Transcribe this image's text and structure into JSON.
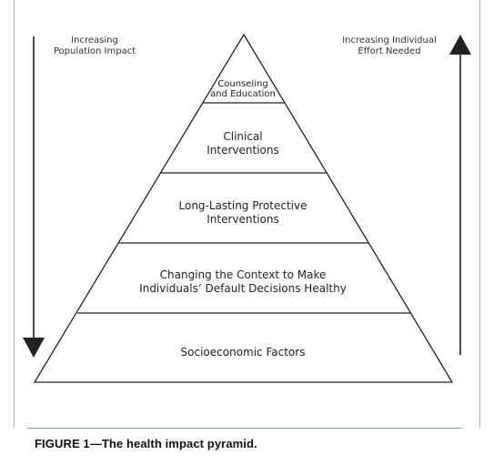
{
  "caption": "FIGURE 1—The health impact pyramid.",
  "left_arrow": {
    "lines": [
      "Increasing",
      "Population Impact"
    ]
  },
  "right_arrow": {
    "lines": [
      "Increasing Individual",
      "Effort Needed"
    ]
  },
  "tiers": [
    {
      "lines": [
        "Counseling",
        "and Education"
      ]
    },
    {
      "lines": [
        "Clinical",
        "Interventions"
      ]
    },
    {
      "lines": [
        "Long-Lasting Protective",
        "Interventions"
      ]
    },
    {
      "lines": [
        "Changing the Context to Make",
        "Individuals’ Default Decisions Healthy"
      ]
    },
    {
      "lines": [
        "Socioeconomic Factors"
      ]
    }
  ],
  "colors": {
    "line": "#222222",
    "frame": "#9fb8c9",
    "caption_rule": "#7fa3bd"
  }
}
